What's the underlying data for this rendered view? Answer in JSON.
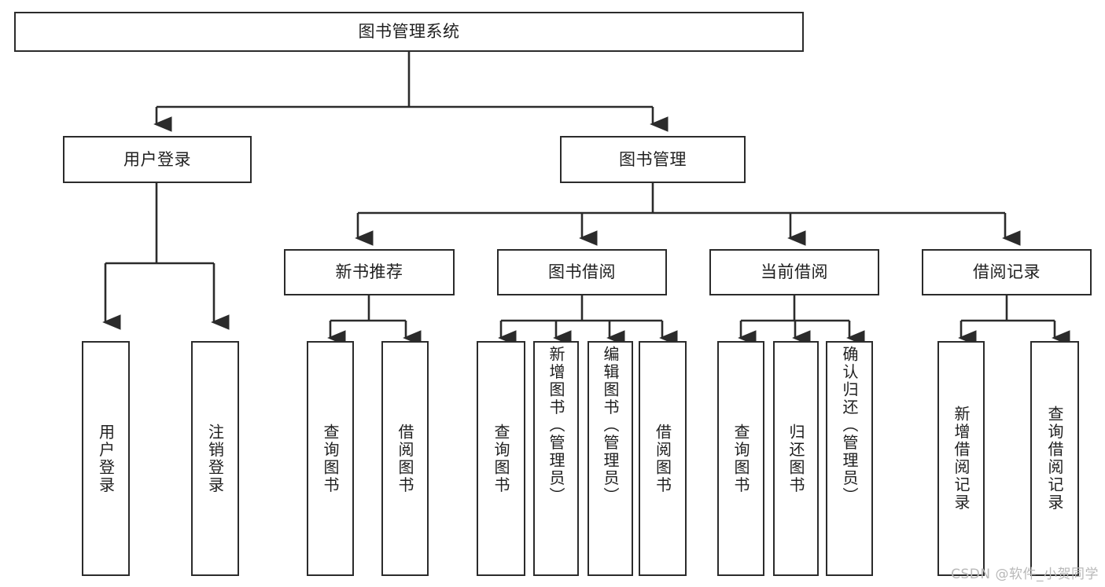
{
  "diagram": {
    "title": "图书管理系统",
    "type": "tree",
    "watermark": "CSDN @软件_小贺同学",
    "colors": {
      "stroke": "#2b2b2b",
      "text": "#1f1f1f",
      "background": "#ffffff",
      "watermark": "#b8b8b8"
    },
    "nodes": {
      "root": {
        "label": "图书管理系统"
      },
      "level2": [
        {
          "id": "user-login",
          "label": "用户登录"
        },
        {
          "id": "book-management",
          "label": "图书管理"
        }
      ],
      "level3": [
        {
          "id": "new-book-recommend",
          "label": "新书推荐"
        },
        {
          "id": "book-borrow",
          "label": "图书借阅"
        },
        {
          "id": "current-borrow",
          "label": "当前借阅"
        },
        {
          "id": "borrow-record",
          "label": "借阅记录"
        }
      ],
      "leaves": {
        "user_login": [
          {
            "id": "leaf-user-login",
            "label": "用户登录"
          },
          {
            "id": "leaf-logout",
            "label": "注销登录"
          }
        ],
        "new_book_recommend": [
          {
            "id": "leaf-query-book-1",
            "label": "查询图书"
          },
          {
            "id": "leaf-borrow-book-1",
            "label": "借阅图书"
          }
        ],
        "book_borrow": [
          {
            "id": "leaf-query-book-2",
            "label": "查询图书"
          },
          {
            "id": "leaf-add-book",
            "label": "新增图书（管理员）"
          },
          {
            "id": "leaf-edit-book",
            "label": "编辑图书（管理员）"
          },
          {
            "id": "leaf-borrow-book-2",
            "label": "借阅图书"
          }
        ],
        "current_borrow": [
          {
            "id": "leaf-query-book-3",
            "label": "查询图书"
          },
          {
            "id": "leaf-return-book",
            "label": "归还图书"
          },
          {
            "id": "leaf-confirm-return",
            "label": "确认归还（管理员）"
          }
        ],
        "borrow_record": [
          {
            "id": "leaf-add-record",
            "label": "新增借阅记录"
          },
          {
            "id": "leaf-query-record",
            "label": "查询借阅记录"
          }
        ]
      }
    }
  }
}
